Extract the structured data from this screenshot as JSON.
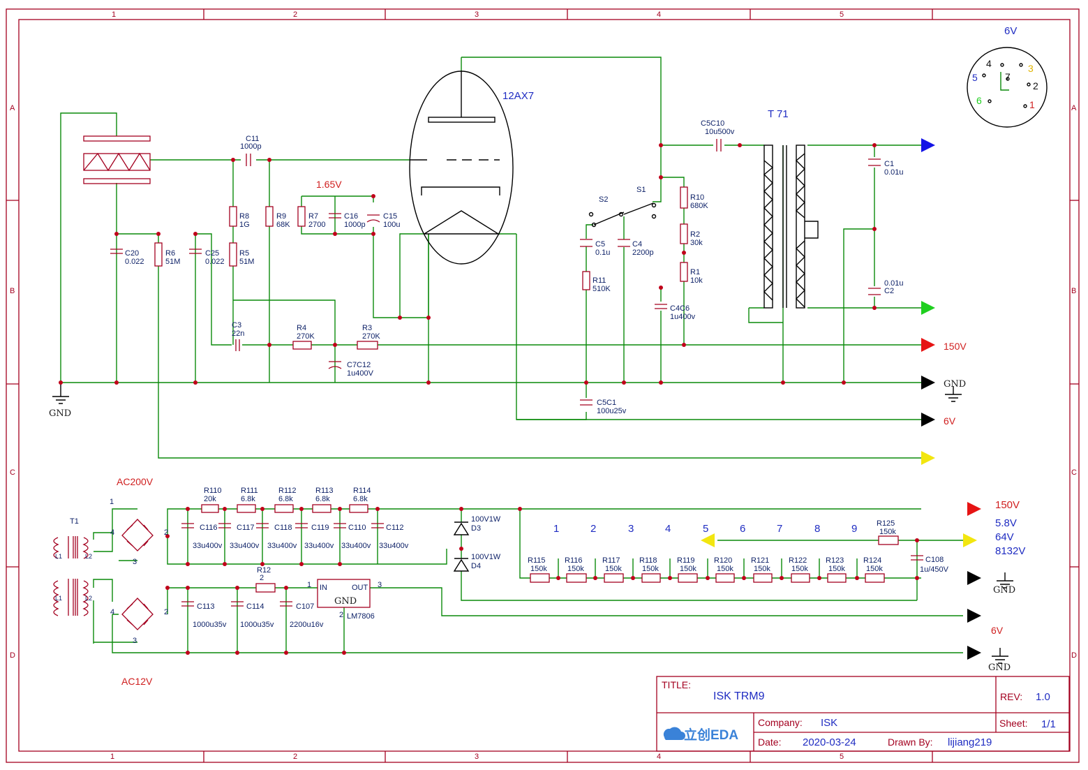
{
  "border": {
    "cols": [
      "1",
      "2",
      "3",
      "4",
      "5"
    ],
    "rows": [
      "A",
      "B",
      "C",
      "D"
    ]
  },
  "title_block": {
    "title_label": "TITLE:",
    "title_value": "ISK TRM9",
    "rev_label": "REV:",
    "rev_value": "1.0",
    "company_label": "Company:",
    "company_value": "ISK",
    "sheet_label": "Sheet:",
    "sheet_value": "1/1",
    "date_label": "Date:",
    "date_value": "2020-03-24",
    "drawn_label": "Drawn By:",
    "drawn_value": "lijiang219",
    "logo_text": "立创EDA"
  },
  "tube": {
    "name": "12AX7"
  },
  "transformer_label": "T 71",
  "voltages": {
    "v165": "1.65V",
    "v150_top": "150V",
    "gnd": "GND",
    "v6_top": "6V",
    "ac200": "AC200V",
    "ac12": "AC12V",
    "v150_bottom": "150V",
    "v58": "5.8V",
    "v64": "64V",
    "v8132": "8132V",
    "v6_bottom": "6V",
    "v6_socket": "6V"
  },
  "socket_pins": {
    "p1": "1",
    "p2": "2",
    "p3": "3",
    "p4": "4",
    "p5": "5",
    "p6": "6",
    "p7": "7"
  },
  "colors": {
    "arrow_blue": "#1414e6",
    "arrow_green": "#1fcf1f",
    "arrow_red": "#e61414",
    "arrow_black": "#000000",
    "arrow_yellow": "#f2e60f",
    "wire": "#0a8a0a",
    "part": "#a3001f"
  },
  "components": {
    "c11": {
      "ref": "C11",
      "val": "1000p"
    },
    "r8": {
      "ref": "R8",
      "val": "1G"
    },
    "r9": {
      "ref": "R9",
      "val": "68K"
    },
    "r7": {
      "ref": "R7",
      "val": "2700"
    },
    "c16": {
      "ref": "C16",
      "val": "1000p"
    },
    "c15": {
      "ref": "C15",
      "val": "100u"
    },
    "c20": {
      "ref": "C20",
      "val": "0.022"
    },
    "r6": {
      "ref": "R6",
      "val": "51M"
    },
    "c25": {
      "ref": "C25",
      "val": "0.022"
    },
    "r5": {
      "ref": "R5",
      "val": "51M"
    },
    "c3": {
      "ref": "C3",
      "val": "22n"
    },
    "r4": {
      "ref": "R4",
      "val": "270K"
    },
    "r3": {
      "ref": "R3",
      "val": "270K"
    },
    "c7c12": {
      "ref": "C7C12",
      "val": "1u400V"
    },
    "s2": {
      "ref": "S2"
    },
    "s1": {
      "ref": "S1"
    },
    "c5": {
      "ref": "C5",
      "val": "0.1u"
    },
    "c4": {
      "ref": "C4",
      "val": "2200p"
    },
    "r11": {
      "ref": "R11",
      "val": "510K"
    },
    "r10": {
      "ref": "R10",
      "val": "680K"
    },
    "r2": {
      "ref": "R2",
      "val": "30k"
    },
    "r1": {
      "ref": "R1",
      "val": "10k"
    },
    "c4c6": {
      "ref": "C4C6",
      "val": "1u400v"
    },
    "c5c1": {
      "ref": "C5C1",
      "val": "100u25v"
    },
    "c5c10": {
      "ref": "C5C10",
      "val": "10u500v"
    },
    "c1": {
      "ref": "C1",
      "val": "0.01u"
    },
    "c2": {
      "ref": "C2",
      "val": "0.01u"
    },
    "t1": {
      "ref": "T1"
    },
    "l1a": {
      "ref": "L1"
    },
    "l2a": {
      "ref": "L2"
    },
    "l1b": {
      "ref": "L1"
    },
    "l2b": {
      "ref": "L2"
    },
    "r110": {
      "ref": "R110",
      "val": "20k"
    },
    "r111": {
      "ref": "R111",
      "val": "6.8k"
    },
    "r112": {
      "ref": "R112",
      "val": "6.8k"
    },
    "r113": {
      "ref": "R113",
      "val": "6.8k"
    },
    "r114": {
      "ref": "R114",
      "val": "6.8k"
    },
    "c116": {
      "ref": "C116",
      "val": "33u400v"
    },
    "c117": {
      "ref": "C117",
      "val": "33u400v"
    },
    "c118": {
      "ref": "C118",
      "val": "33u400v"
    },
    "c119": {
      "ref": "C119",
      "val": "33u400v"
    },
    "c110": {
      "ref": "C110",
      "val": "33u400v"
    },
    "c112": {
      "ref": "C112",
      "val": "33u400v"
    },
    "d3": {
      "ref": "D3",
      "val": "100V1W"
    },
    "d4": {
      "ref": "D4",
      "val": "100V1W"
    },
    "r12": {
      "ref": "R12",
      "val": "2"
    },
    "c113": {
      "ref": "C113",
      "val": "1000u35v"
    },
    "c114": {
      "ref": "C114",
      "val": "1000u35v"
    },
    "c107": {
      "ref": "C107",
      "val": "2200u16v"
    },
    "lm7806": {
      "ref": "LM7806",
      "in": "IN",
      "out": "OUT",
      "gnd": "GND",
      "p1": "1",
      "p2": "2",
      "p3": "3"
    },
    "r125": {
      "ref": "R125",
      "val": "150k"
    },
    "c108": {
      "ref": "C108",
      "val": "1u/450V"
    }
  },
  "divider": {
    "taps": [
      "1",
      "2",
      "3",
      "4",
      "5",
      "6",
      "7",
      "8",
      "9"
    ],
    "resistors": [
      {
        "ref": "R115",
        "val": "150k"
      },
      {
        "ref": "R116",
        "val": "150k"
      },
      {
        "ref": "R117",
        "val": "150k"
      },
      {
        "ref": "R118",
        "val": "150k"
      },
      {
        "ref": "R119",
        "val": "150k"
      },
      {
        "ref": "R120",
        "val": "150k"
      },
      {
        "ref": "R121",
        "val": "150k"
      },
      {
        "ref": "R122",
        "val": "150k"
      },
      {
        "ref": "R123",
        "val": "150k"
      },
      {
        "ref": "R124",
        "val": "150k"
      }
    ]
  },
  "bridge_pins": {
    "a1": "1",
    "a2": "2",
    "a3": "3",
    "a4": "4",
    "b2": "2",
    "b3": "3",
    "b4": "4"
  }
}
